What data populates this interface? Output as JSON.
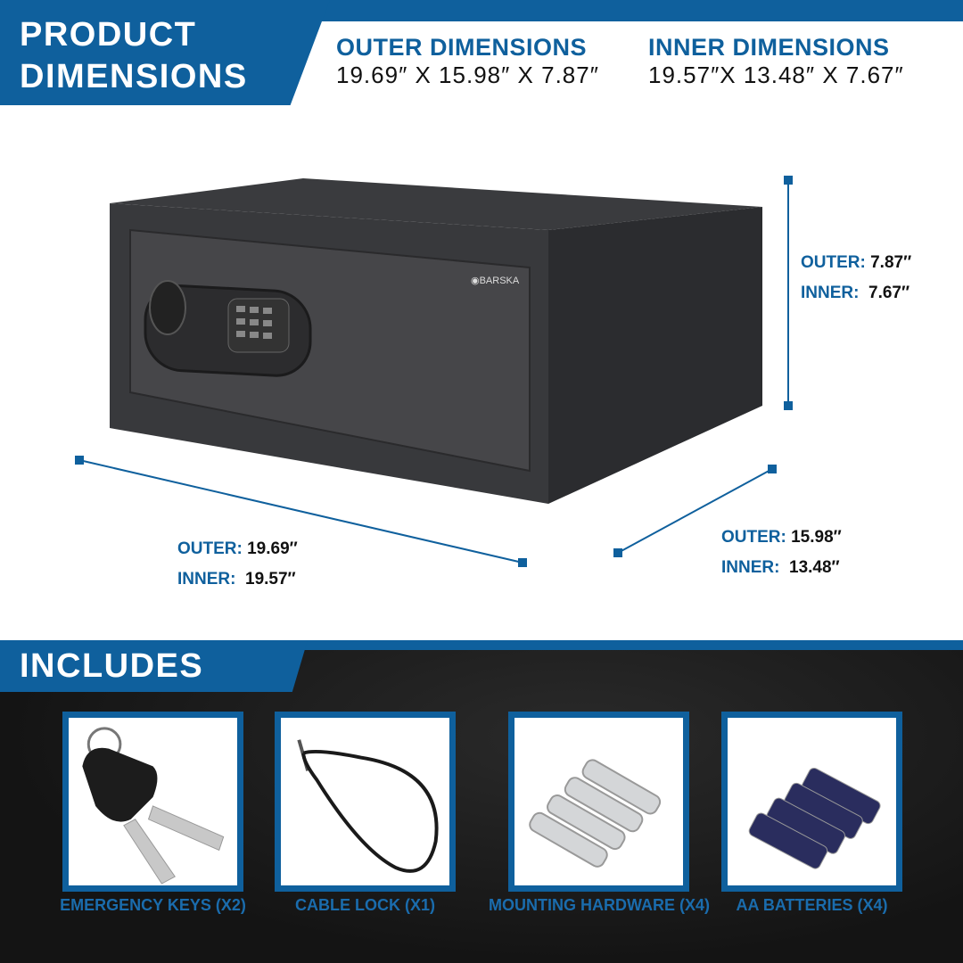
{
  "header": {
    "title_line1": "PRODUCT",
    "title_line2": "DIMENSIONS",
    "outer": {
      "label": "OUTER DIMENSIONS",
      "value": "19.69″ X 15.98″ X 7.87″"
    },
    "inner": {
      "label": "INNER DIMENSIONS",
      "value": "19.57″X 13.48″ X 7.67″"
    }
  },
  "product": {
    "brand": "BARSKA"
  },
  "measurements": {
    "height": {
      "outer_label": "OUTER:",
      "outer": "7.87″",
      "inner_label": "INNER:",
      "inner": "7.67″"
    },
    "width": {
      "outer_label": "OUTER:",
      "outer": "19.69″",
      "inner_label": "INNER:",
      "inner": "19.57″"
    },
    "depth": {
      "outer_label": "OUTER:",
      "outer": "15.98″",
      "inner_label": "INNER:",
      "inner": "13.48″"
    }
  },
  "includes": {
    "title": "INCLUDES",
    "items": [
      {
        "label": "EMERGENCY KEYS (X2)",
        "icon": "keys-icon"
      },
      {
        "label": "CABLE LOCK (X1)",
        "icon": "cable-lock-icon"
      },
      {
        "label": "MOUNTING HARDWARE (X4)",
        "icon": "bolts-icon"
      },
      {
        "label": "AA BATTERIES (X4)",
        "icon": "batteries-icon"
      }
    ]
  },
  "colors": {
    "accent": "#0f609d",
    "dark_bg": "#181818"
  }
}
